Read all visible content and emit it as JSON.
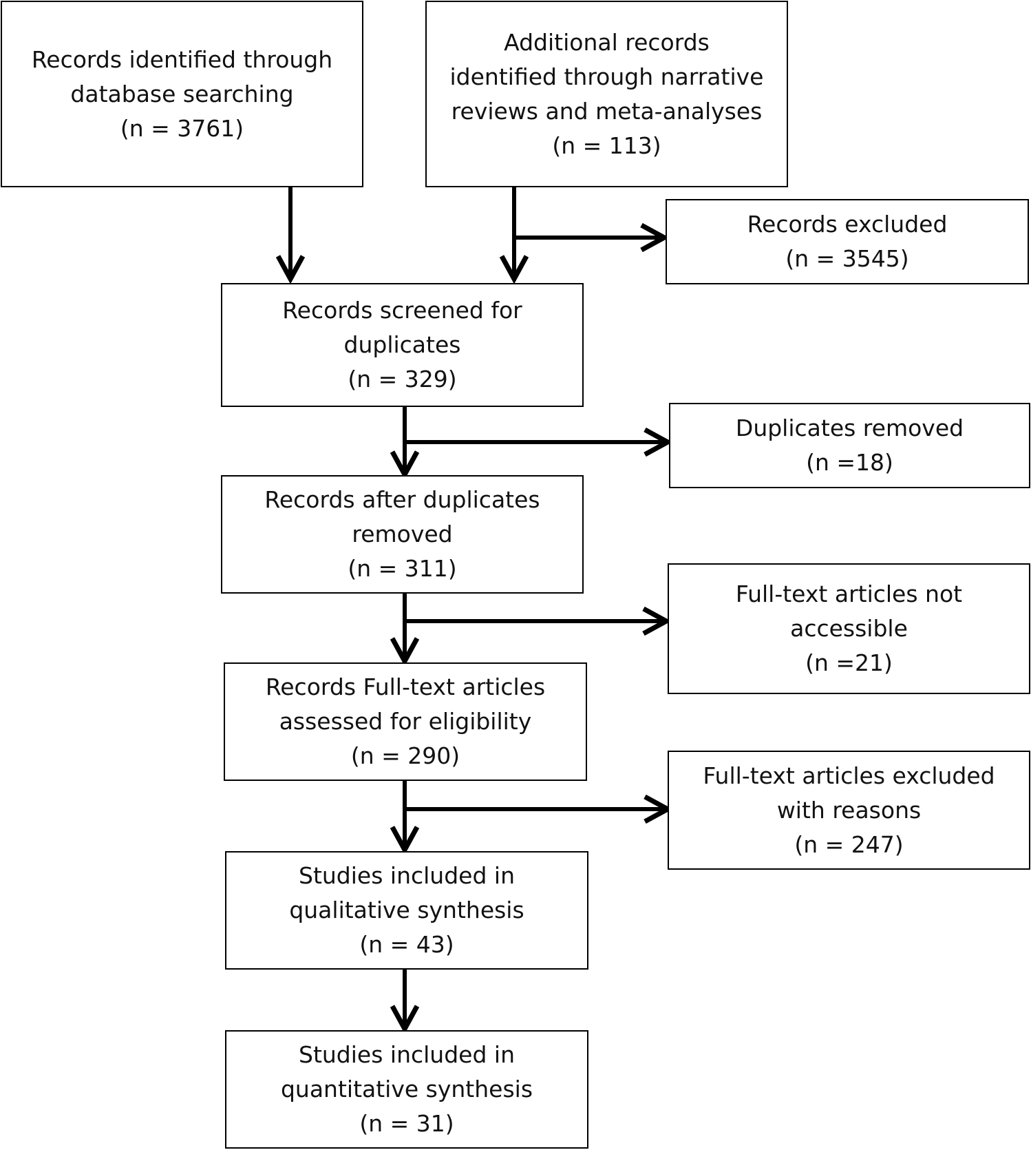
{
  "boxes": {
    "database": {
      "lines": [
        "Records identified through",
        "database searching",
        "(n = 3761)"
      ]
    },
    "additional": {
      "lines": [
        "Additional records",
        "identified through narrative",
        "reviews and meta-analyses",
        "(n = 113)"
      ]
    },
    "excluded": {
      "lines": [
        "Records excluded",
        "(n = 3545)"
      ]
    },
    "screened": {
      "lines": [
        "Records screened for",
        "duplicates",
        "(n = 329)"
      ]
    },
    "duplicates_removed": {
      "lines": [
        "Duplicates removed",
        "(n =18)"
      ]
    },
    "after_duplicates": {
      "lines": [
        "Records after duplicates",
        "removed",
        "(n = 311)"
      ]
    },
    "not_accessible": {
      "lines": [
        "Full-text articles not",
        "accessible",
        "(n =21)"
      ]
    },
    "assessed": {
      "lines": [
        "Records Full-text articles",
        "assessed for eligibility",
        "(n = 290)"
      ]
    },
    "excluded_reasons": {
      "lines": [
        "Full-text articles excluded",
        "with reasons",
        "(n = 247)"
      ]
    },
    "qualitative": {
      "lines": [
        "Studies included in",
        "qualitative synthesis",
        "(n = 43)"
      ]
    },
    "quantitative": {
      "lines": [
        "Studies included in",
        "quantitative synthesis",
        "(n = 31)"
      ]
    }
  }
}
